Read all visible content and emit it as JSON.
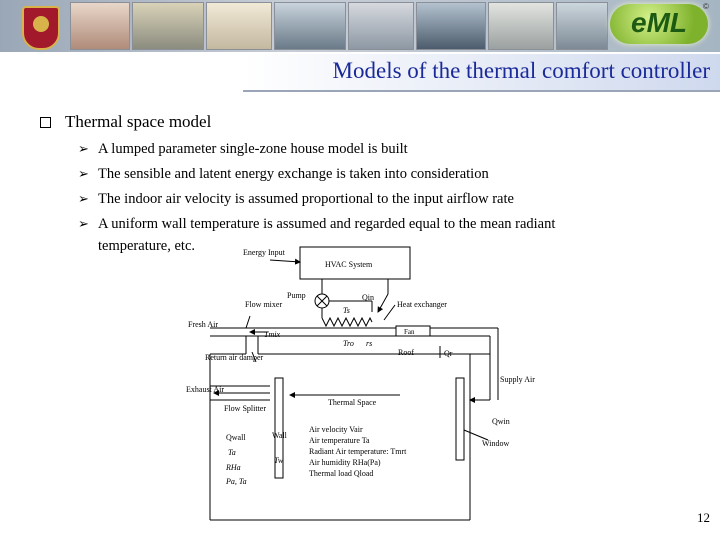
{
  "header": {
    "logo_text": "eML",
    "logo_mark": "©"
  },
  "slide": {
    "title": "Models of the thermal comfort controller",
    "main_bullet": "Thermal space model",
    "sub_bullets": [
      "A lumped parameter single-zone house model is built",
      "The sensible and latent energy exchange is taken into consideration",
      "The indoor air velocity is assumed proportional to the input airflow rate",
      "A uniform wall temperature is assumed and regarded equal to the mean radiant"
    ],
    "sub_bullet_continuation": "temperature, etc.",
    "page_number": "12"
  },
  "diagram": {
    "energy_input": "Energy Input",
    "hvac_system": "HVAC System",
    "pump": "Pump",
    "q_in": "Qin",
    "t_s": "Ts",
    "heat_exchanger": "Heat exchanger",
    "flow_mixer": "Flow mixer",
    "fresh_air": "Fresh Air",
    "t_mix": "Tmix",
    "t_ro": "Tro",
    "r_s": "rs",
    "fan": "Fan",
    "roof": "Roof",
    "q_r": "Qr",
    "return_air_damper": "Return air damper",
    "supply_air": "Supply Air",
    "exhaust_air": "Exhaust Air",
    "thermal_space": "Thermal Space",
    "flow_splitter": "Flow Splitter",
    "q_win": "Qwin",
    "q_wall": "Qwall",
    "wall": "Wall",
    "window": "Window",
    "t_a": "Ta",
    "t_w": "Tw",
    "rh_a": "RHa",
    "p_a_t_a": "Pa, Ta",
    "air_velocity": "Air velocity Vair",
    "air_temperature": "Air temperature Ta",
    "radiant_air_temperature": "Radiant Air temperature: Tmrt",
    "air_humidity": "Air humidity RHa(Pa)",
    "thermal_load": "Thermal load Qload"
  },
  "colors": {
    "title": "#1a2a99",
    "banner": "#b9c3cf",
    "logo": "#7fb22c"
  }
}
